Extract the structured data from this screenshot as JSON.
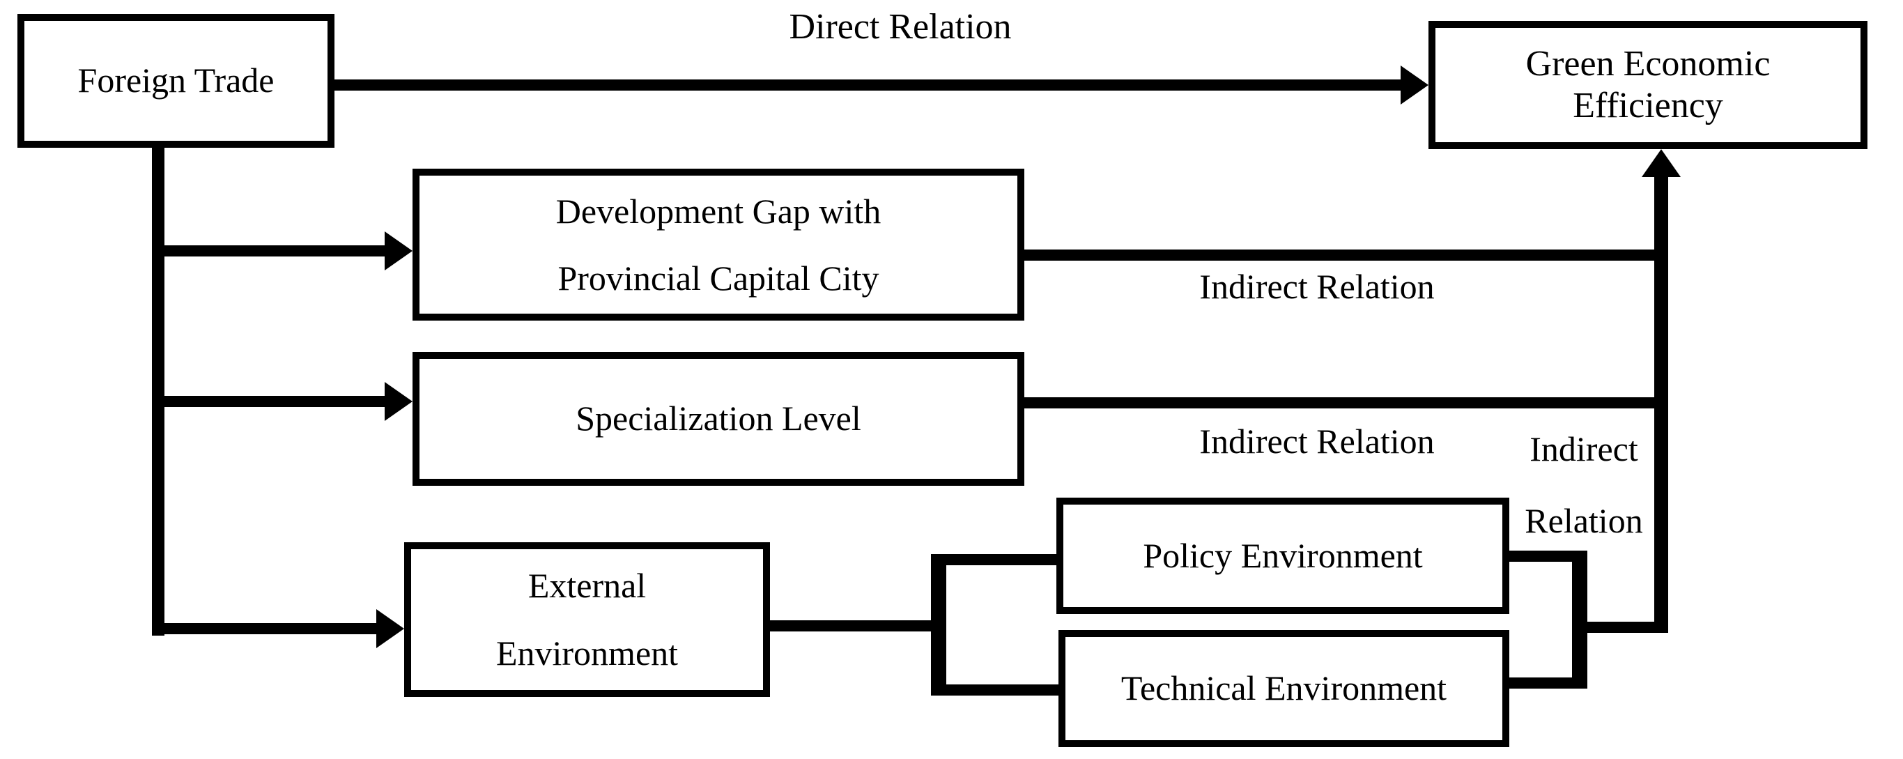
{
  "figure": {
    "background_color": "#ffffff",
    "line_color": "#000000",
    "box_fill_color": "#ffffff"
  },
  "nodes": {
    "foreign_trade": {
      "label": "Foreign Trade"
    },
    "green_economic_efficiency": {
      "lines": [
        "Green Economic",
        "Efficiency"
      ]
    },
    "development_gap": {
      "lines": [
        "Development Gap with",
        "Provincial Capital City"
      ]
    },
    "specialization_level": {
      "label": "Specialization Level"
    },
    "external_environment": {
      "lines": [
        "External",
        "Environment"
      ]
    },
    "policy_environment": {
      "label": "Policy Environment"
    },
    "technical_environment": {
      "label": "Technical Environment"
    }
  },
  "edge_labels": {
    "direct": "Direct Relation",
    "indirect_development_gap": "Indirect Relation",
    "indirect_specialization": "Indirect Relation",
    "indirect_environment": {
      "lines": [
        "Indirect",
        "Relation"
      ]
    }
  }
}
